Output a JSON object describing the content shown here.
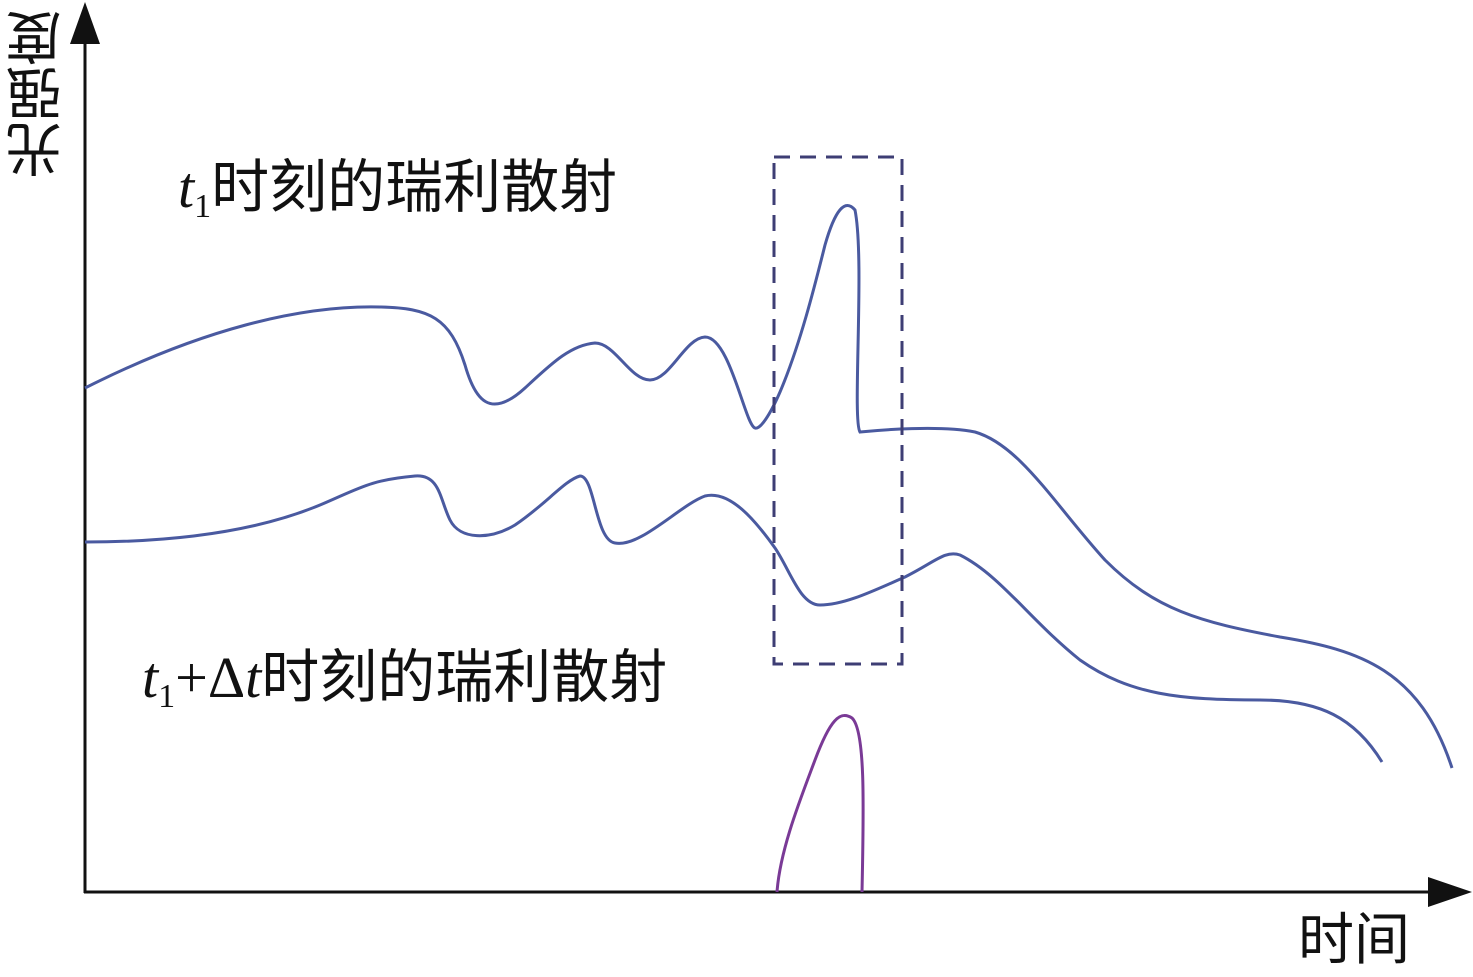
{
  "axes": {
    "y_label": "光强度",
    "x_label": "时间"
  },
  "curves": {
    "t1": {
      "var": "t",
      "sub": "1",
      "suffix": "时刻的瑞利散射"
    },
    "t1_dt": {
      "var": "t",
      "sub": "1",
      "plus": "+",
      "delta": "Δ",
      "var2": "t",
      "suffix": "时刻的瑞利散射"
    }
  },
  "colors": {
    "curve": "#4a5aa0",
    "difference_peak": "#7a3a96",
    "dashed_box": "#3e3e74",
    "axis": "#111111"
  }
}
